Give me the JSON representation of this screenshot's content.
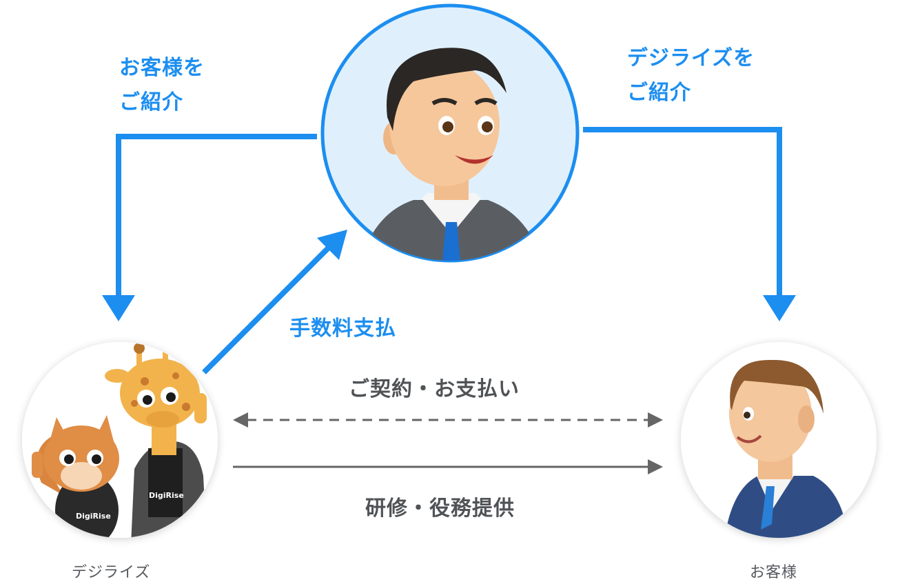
{
  "labels": {
    "introduce_customer": [
      "お客様を",
      "ご紹介"
    ],
    "introduce_digirise": [
      "デジライズを",
      "ご紹介"
    ],
    "commission_payment": "手数料支払",
    "contract_payment": "ご契約・お支払い",
    "training_service": "研修・役務提供",
    "digirise_caption": "デジライズ",
    "customer_caption": "お客様"
  },
  "shirt_text": "DigiRise",
  "colors": {
    "accent_blue": "#1c8ef0",
    "arrow_gray": "#666666",
    "introducer_bg": "#dff0fc",
    "node_bg": "#ffffff"
  },
  "icons": {
    "introducer": "introducer-businessman-avatar",
    "digirise": "digirise-mascots-avatar",
    "customer": "customer-businessman-avatar"
  }
}
